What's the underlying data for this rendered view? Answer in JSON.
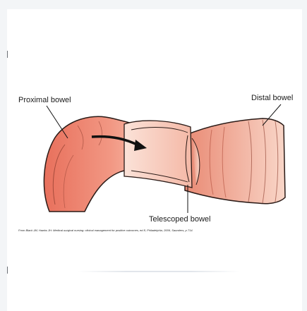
{
  "figure": {
    "labels": {
      "proximal": "Proximal bowel",
      "distal": "Distal bowel",
      "telescoped": "Telescoped bowel"
    },
    "caption": "From Black JM, Hawks JH: Medical-surgical nursing: clinical management for positive outcomes, ed 8, Philadelphia, 2009, Saunders, p 714."
  },
  "colors": {
    "bowel_fill": "#f2a08e",
    "bowel_fill_deep": "#e2705c",
    "bowel_fill_light": "#f9d2c4",
    "outline": "#2a1a16",
    "arrow": "#111111"
  }
}
